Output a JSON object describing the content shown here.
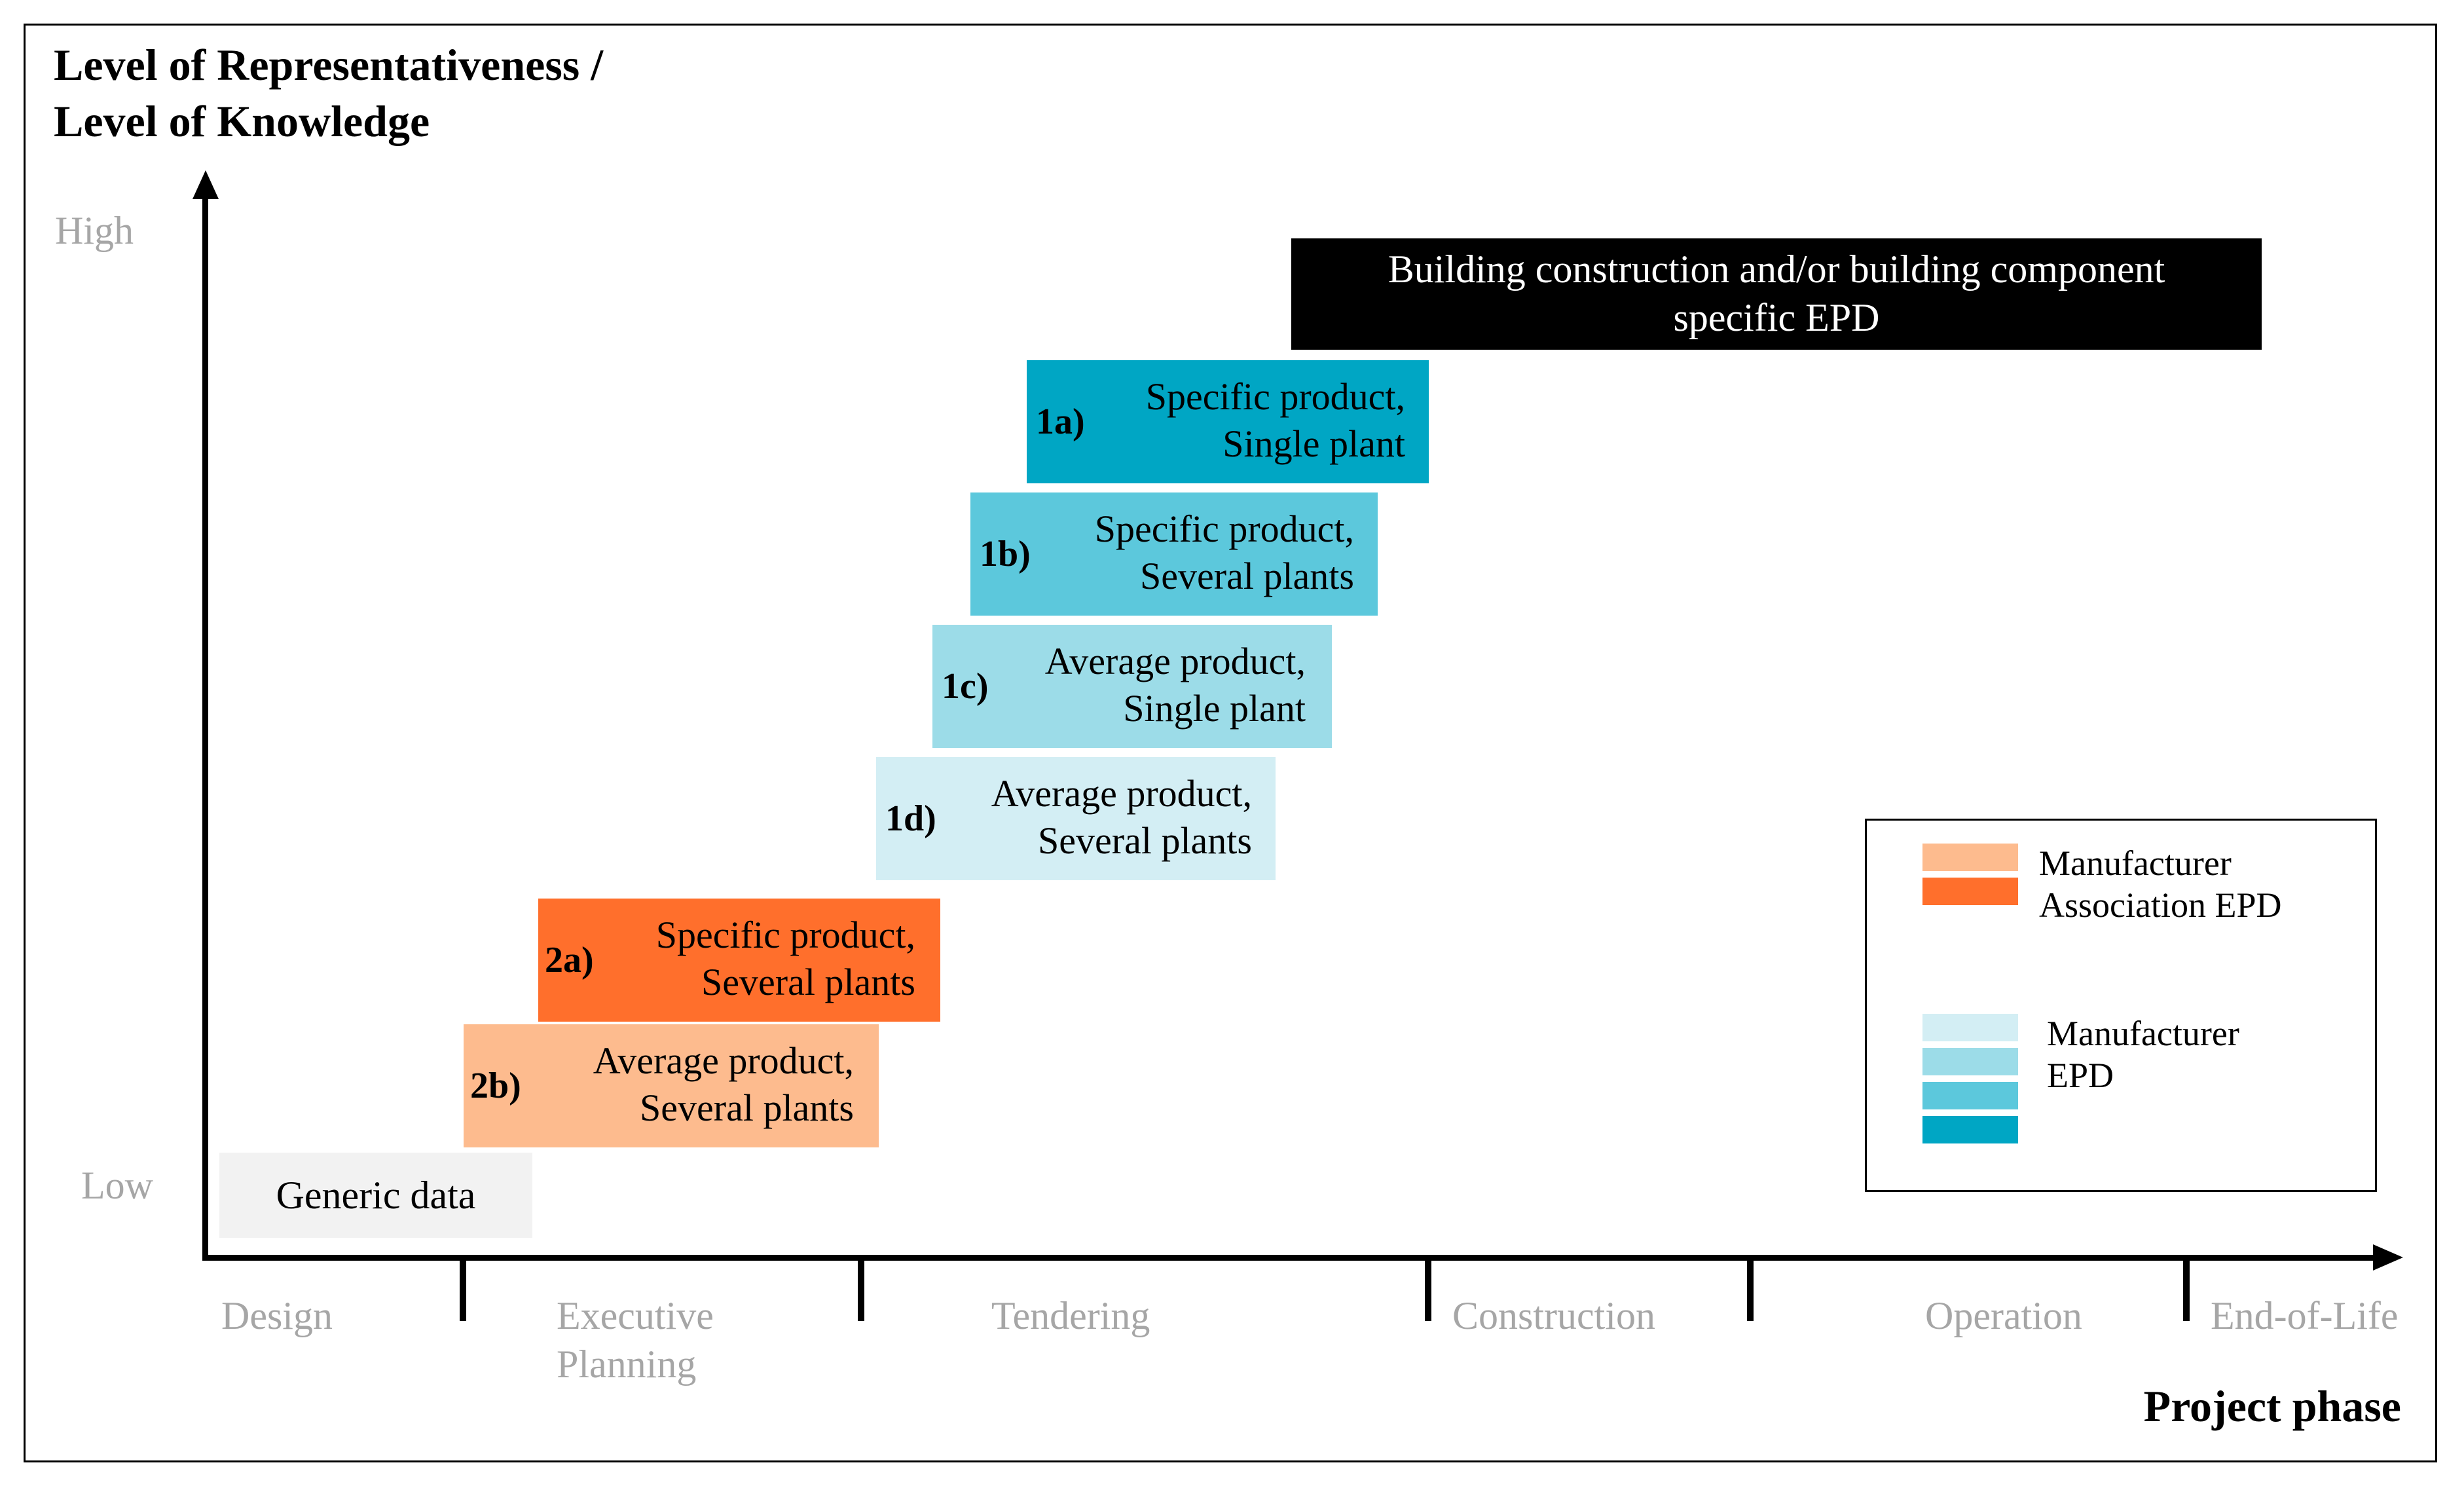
{
  "y_axis": {
    "title_lines": [
      "Level of Representativeness /",
      "Level of Knowledge"
    ],
    "high_label": "High",
    "low_label": "Low"
  },
  "x_axis": {
    "title": "Project phase",
    "phases": [
      "Design",
      "Executive\nPlanning",
      "Tendering",
      "Construction",
      "Operation",
      "End-of-Life"
    ]
  },
  "boxes": {
    "epd_building": {
      "text_lines": [
        "Building construction and/or building component",
        "specific EPD"
      ],
      "color": "#000000"
    },
    "b1a": {
      "code": "1a)",
      "lines": [
        "Specific product,",
        "Single plant"
      ],
      "color": "#00a6c4"
    },
    "b1b": {
      "code": "1b)",
      "lines": [
        "Specific product,",
        "Several plants"
      ],
      "color": "#5cc8dc"
    },
    "b1c": {
      "code": "1c)",
      "lines": [
        "Average product,",
        "Single plant"
      ],
      "color": "#9cdce8"
    },
    "b1d": {
      "code": "1d)",
      "lines": [
        "Average product,",
        "Several plants"
      ],
      "color": "#d3eef4"
    },
    "b2a": {
      "code": "2a)",
      "lines": [
        "Specific product,",
        "Several plants"
      ],
      "color": "#ff6f2c"
    },
    "b2b": {
      "code": "2b)",
      "lines": [
        "Average product,",
        "Several plants"
      ],
      "color": "#fdbb8e"
    },
    "generic": {
      "text": "Generic data",
      "color": "#f2f2f2"
    }
  },
  "legend": {
    "association": {
      "lines": [
        "Manufacturer",
        "Association EPD"
      ],
      "colors": [
        "#fdbb8e",
        "#ff6f2c"
      ]
    },
    "manufacturer": {
      "lines": [
        "Manufacturer",
        "EPD"
      ],
      "colors": [
        "#d3eef4",
        "#9cdce8",
        "#5cc8dc",
        "#00a6c4"
      ]
    }
  }
}
